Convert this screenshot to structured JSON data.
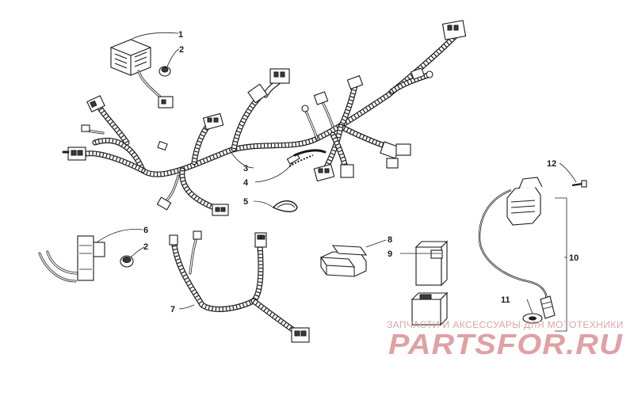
{
  "callouts": [
    "1",
    "2",
    "2",
    "3",
    "4",
    "5",
    "6",
    "7",
    "8",
    "9",
    "10",
    "11",
    "12"
  ],
  "watermark": {
    "subtitle": "ЗАПЧАСТИ И АКСЕССУАРЫ ДЛЯ МОТОТЕХНИКИ",
    "logo": "PARTSFOR.RU",
    "color": "#e0a0a4"
  },
  "colors": {
    "line": "#1a1a1a",
    "background": "#ffffff"
  }
}
